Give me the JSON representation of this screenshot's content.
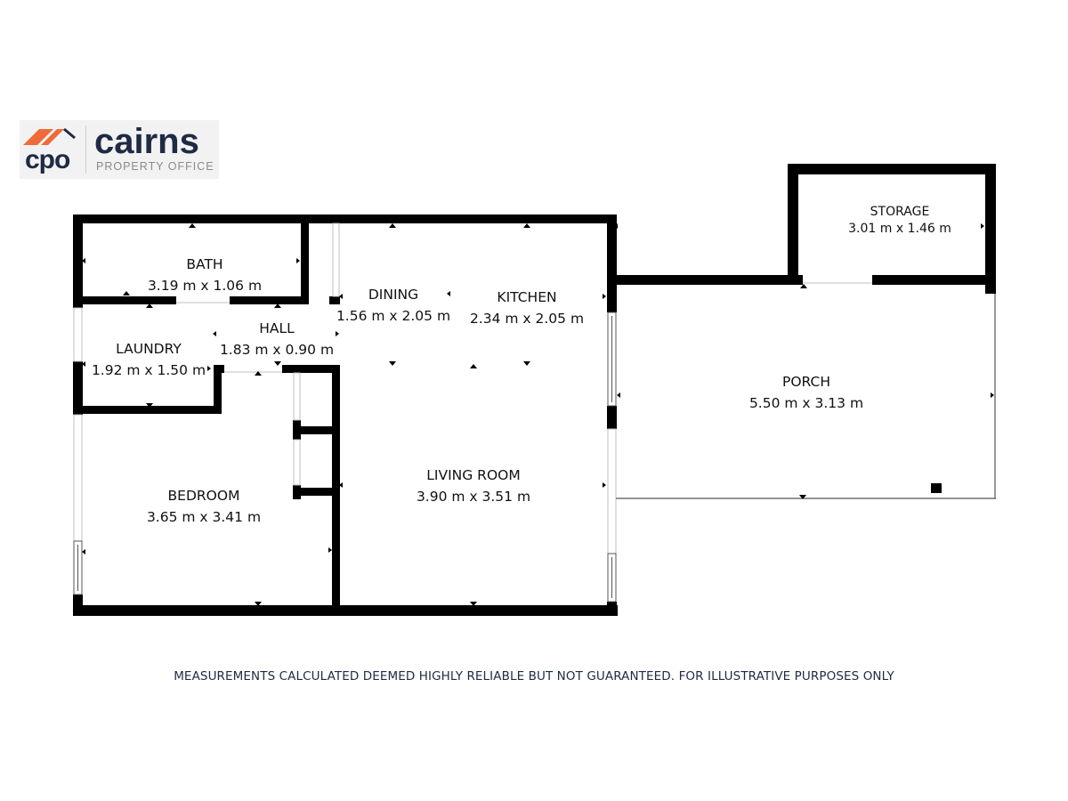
{
  "logo": {
    "mark": "cpo",
    "brand": "cairns",
    "subtitle": "PROPERTY OFFICE",
    "colors": {
      "roof": "#ef6b3a",
      "text": "#1f2a44",
      "subtitle": "#8a8a8a"
    }
  },
  "rooms": [
    {
      "id": "bath",
      "name": "BATH",
      "dims": "3.19 m x 1.06 m"
    },
    {
      "id": "dining",
      "name": "DINING",
      "dims": "1.56 m x 2.05 m"
    },
    {
      "id": "kitchen",
      "name": "KITCHEN",
      "dims": "2.34 m x 2.05 m"
    },
    {
      "id": "hall",
      "name": "HALL",
      "dims": "1.83 m x 0.90 m"
    },
    {
      "id": "laundry",
      "name": "LAUNDRY",
      "dims": "1.92 m x 1.50 m"
    },
    {
      "id": "bedroom",
      "name": "BEDROOM",
      "dims": "3.65 m x 3.41 m"
    },
    {
      "id": "living",
      "name": "LIVING ROOM",
      "dims": "3.90 m x 3.51 m"
    },
    {
      "id": "storage",
      "name": "STORAGE",
      "dims": "3.01 m x 1.46 m"
    },
    {
      "id": "porch",
      "name": "PORCH",
      "dims": "5.50 m x 3.13 m"
    }
  ],
  "disclaimer": "MEASUREMENTS CALCULATED DEEMED HIGHLY RELIABLE BUT NOT GUARANTEED. FOR ILLUSTRATIVE PURPOSES ONLY"
}
